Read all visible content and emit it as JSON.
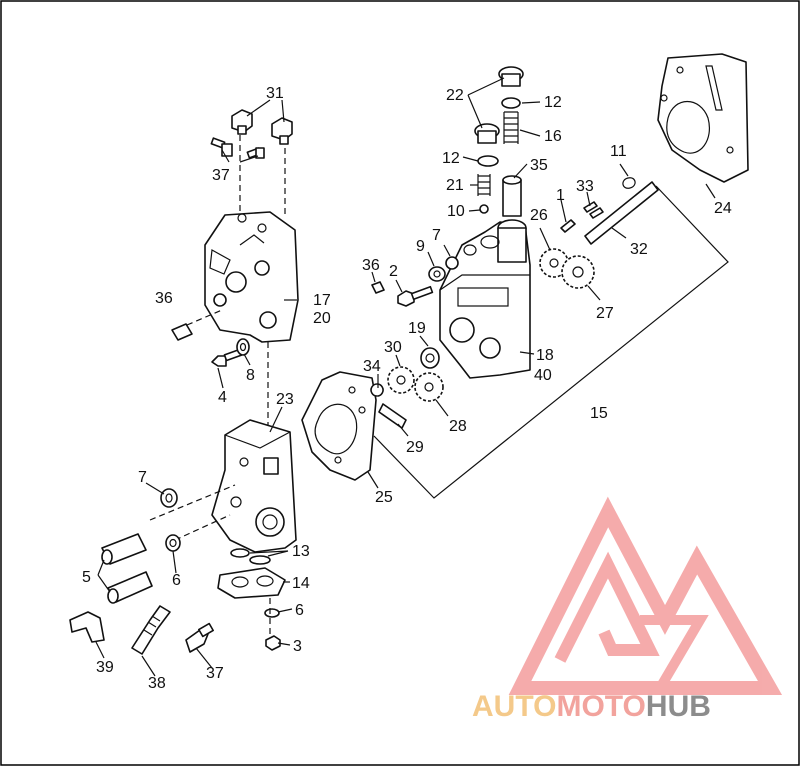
{
  "callouts": [
    {
      "id": "c31",
      "text": "31"
    },
    {
      "id": "c37a",
      "text": "37"
    },
    {
      "id": "c36a",
      "text": "36"
    },
    {
      "id": "c17",
      "text": "17"
    },
    {
      "id": "c20",
      "text": "20"
    },
    {
      "id": "c8",
      "text": "8"
    },
    {
      "id": "c4",
      "text": "4"
    },
    {
      "id": "c23",
      "text": "23"
    },
    {
      "id": "c7a",
      "text": "7"
    },
    {
      "id": "c5",
      "text": "5"
    },
    {
      "id": "c6a",
      "text": "6"
    },
    {
      "id": "c13",
      "text": "13"
    },
    {
      "id": "c14",
      "text": "14"
    },
    {
      "id": "c6b",
      "text": "6"
    },
    {
      "id": "c3",
      "text": "3"
    },
    {
      "id": "c39",
      "text": "39"
    },
    {
      "id": "c38",
      "text": "38"
    },
    {
      "id": "c37b",
      "text": "37"
    },
    {
      "id": "c22",
      "text": "22"
    },
    {
      "id": "c12a",
      "text": "12"
    },
    {
      "id": "c16",
      "text": "16"
    },
    {
      "id": "c12b",
      "text": "12"
    },
    {
      "id": "c35",
      "text": "35"
    },
    {
      "id": "c21",
      "text": "21"
    },
    {
      "id": "c10",
      "text": "10"
    },
    {
      "id": "c11",
      "text": "11"
    },
    {
      "id": "c1",
      "text": "1"
    },
    {
      "id": "c33",
      "text": "33"
    },
    {
      "id": "c24",
      "text": "24"
    },
    {
      "id": "c26",
      "text": "26"
    },
    {
      "id": "c32",
      "text": "32"
    },
    {
      "id": "c9",
      "text": "9"
    },
    {
      "id": "c7b",
      "text": "7"
    },
    {
      "id": "c36b",
      "text": "36"
    },
    {
      "id": "c2",
      "text": "2"
    },
    {
      "id": "c27",
      "text": "27"
    },
    {
      "id": "c19",
      "text": "19"
    },
    {
      "id": "c30",
      "text": "30"
    },
    {
      "id": "c34",
      "text": "34"
    },
    {
      "id": "c18",
      "text": "18"
    },
    {
      "id": "c40",
      "text": "40"
    },
    {
      "id": "c15",
      "text": "15"
    },
    {
      "id": "c28",
      "text": "28"
    },
    {
      "id": "c29",
      "text": "29"
    },
    {
      "id": "c25",
      "text": "25"
    }
  ],
  "watermark": {
    "word_a": "AUTO",
    "word_b": "MOTO",
    "word_c": "HUB",
    "color_a": "#f4c98a",
    "color_b": "#f2a39d",
    "color_c": "#8c8c8c",
    "logo_color": "#f4a3a3"
  }
}
